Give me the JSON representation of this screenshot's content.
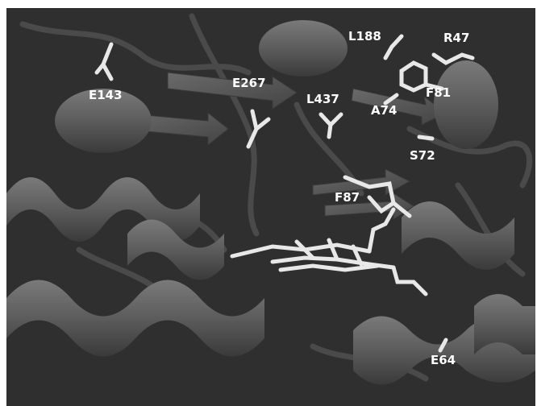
{
  "figure": {
    "background_color": "#2f2f2f",
    "ribbon_color": "#5a5a5a",
    "stick_color": "#e8e8e8",
    "residues": [
      "E143",
      "E267",
      "L437",
      "L188",
      "R47",
      "F81",
      "A74",
      "S72",
      "F87",
      "E64"
    ]
  }
}
